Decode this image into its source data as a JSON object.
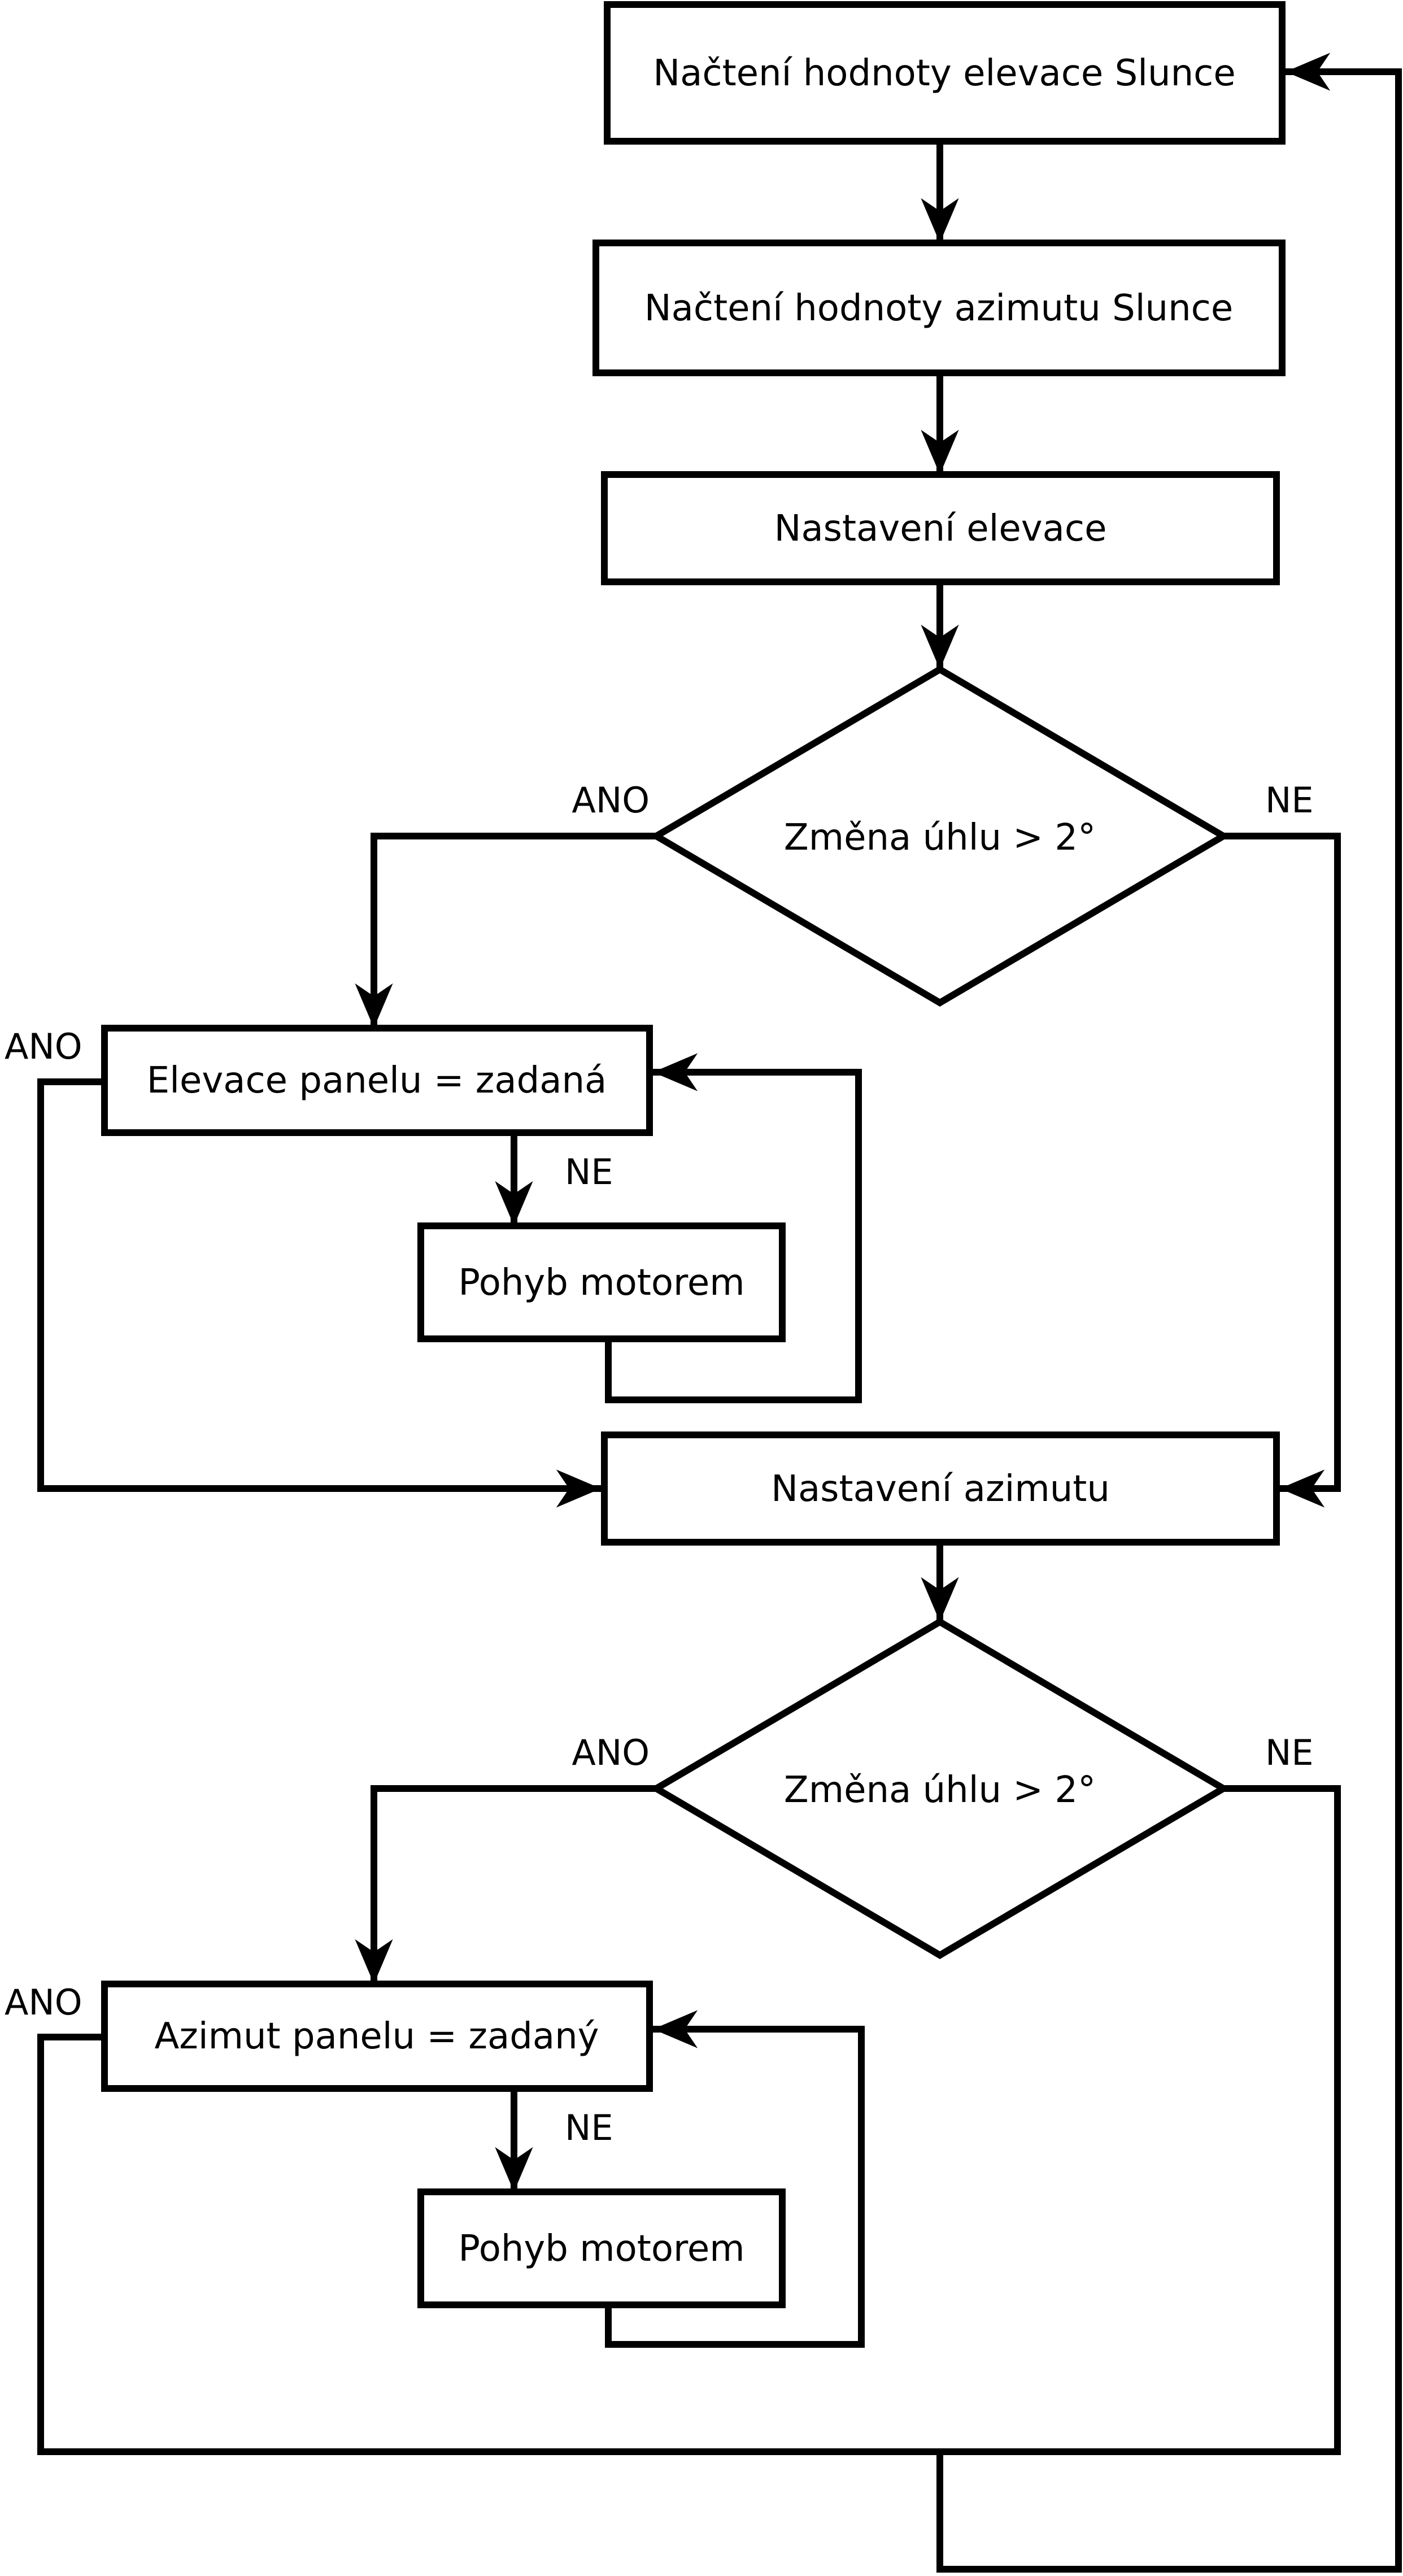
{
  "page": {
    "background": "#ffffff",
    "line_color": "#000000",
    "text_color": "#000000"
  },
  "flowchart": {
    "type": "flowchart",
    "language": "cs",
    "nodes": [
      {
        "id": "read-sun-elevation",
        "shape": "rect",
        "label": "Načtení hodnoty elevace Slunce"
      },
      {
        "id": "read-sun-azimuth",
        "shape": "rect",
        "label": "Načtení hodnoty azimutu Slunce"
      },
      {
        "id": "set-elevation",
        "shape": "rect",
        "label": "Nastavení elevace"
      },
      {
        "id": "elevation-angle-decision",
        "shape": "diamond",
        "label": "Změna úhlu > 2°"
      },
      {
        "id": "panel-elevation-equals",
        "shape": "rect",
        "label": "Elevace panelu = zadaná"
      },
      {
        "id": "elevation-motor-move",
        "shape": "rect",
        "label": "Pohyb motorem"
      },
      {
        "id": "set-azimuth",
        "shape": "rect",
        "label": "Nastavení azimutu"
      },
      {
        "id": "azimuth-angle-decision",
        "shape": "diamond",
        "label": "Změna úhlu > 2°"
      },
      {
        "id": "panel-azimuth-equals",
        "shape": "rect",
        "label": "Azimut panelu = zadaný"
      },
      {
        "id": "azimuth-motor-move",
        "shape": "rect",
        "label": "Pohyb motorem"
      }
    ],
    "edge_labels": [
      {
        "id": "elevation-decision-yes",
        "text": "ANO"
      },
      {
        "id": "elevation-decision-no",
        "text": "NE"
      },
      {
        "id": "panel-elevation-yes",
        "text": "ANO"
      },
      {
        "id": "panel-elevation-no",
        "text": "NE"
      },
      {
        "id": "azimuth-decision-yes",
        "text": "ANO"
      },
      {
        "id": "azimuth-decision-no",
        "text": "NE"
      },
      {
        "id": "panel-azimuth-yes",
        "text": "ANO"
      },
      {
        "id": "panel-azimuth-no",
        "text": "NE"
      }
    ]
  }
}
